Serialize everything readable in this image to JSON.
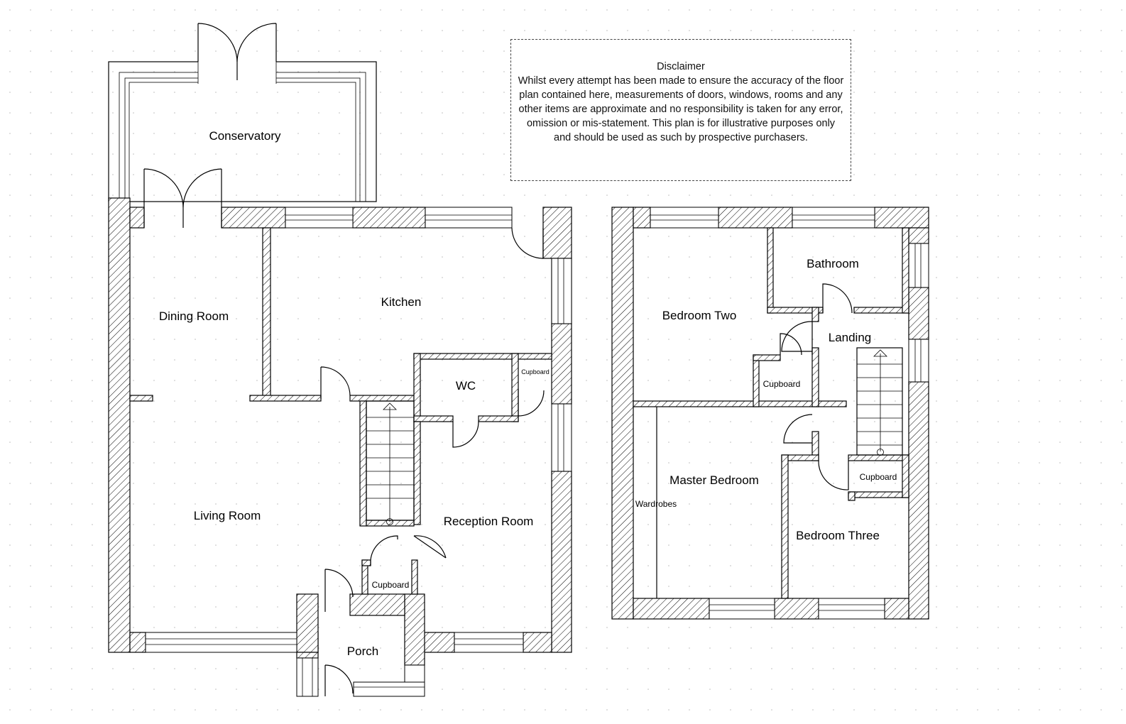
{
  "ground_floor": {
    "rooms": {
      "conservatory": "Conservatory",
      "dining_room": "Dining Room",
      "kitchen": "Kitchen",
      "wc": "WC",
      "cupboard_wc": "Cupboard",
      "living_room": "Living Room",
      "reception_room": "Reception Room",
      "cupboard_hall": "Cupboard",
      "porch": "Porch"
    }
  },
  "first_floor": {
    "rooms": {
      "bathroom": "Bathroom",
      "bedroom_two": "Bedroom Two",
      "landing": "Landing",
      "cupboard_bed2": "Cupboard",
      "master_bedroom": "Master Bedroom",
      "wardrobes": "Wardrobes",
      "cupboard_landing": "Cupboard",
      "bedroom_three": "Bedroom Three"
    }
  },
  "disclaimer": {
    "title": "Disclaimer",
    "body": "Whilst every attempt has been made to ensure the accuracy of the floor plan contained here, measurements of doors, windows, rooms and any other items are approximate and no responsibility is taken for any error, omission or mis-statement. This plan is for illustrative purposes only and should be used as such by prospective purchasers."
  }
}
